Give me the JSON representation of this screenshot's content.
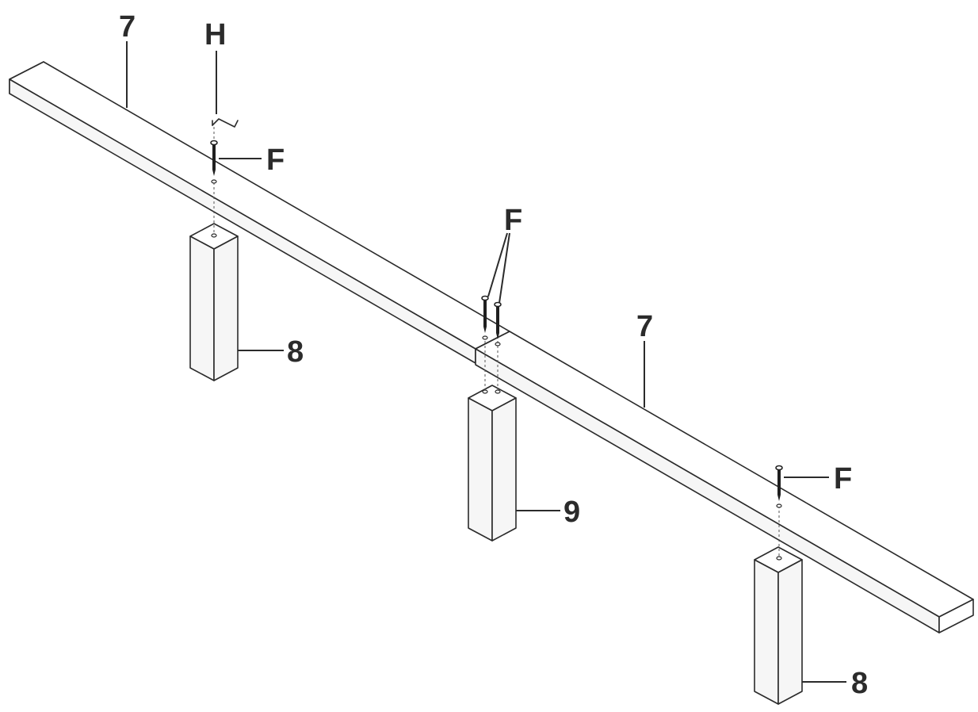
{
  "labels": {
    "beam_left": "7",
    "beam_right": "7",
    "bracket": "H",
    "screw_left": "F",
    "screw_middle": "F",
    "screw_right": "F",
    "post_left": "8",
    "post_middle": "9",
    "post_right": "8"
  },
  "colors": {
    "ink": "#2b2b2b",
    "background": "#ffffff"
  }
}
